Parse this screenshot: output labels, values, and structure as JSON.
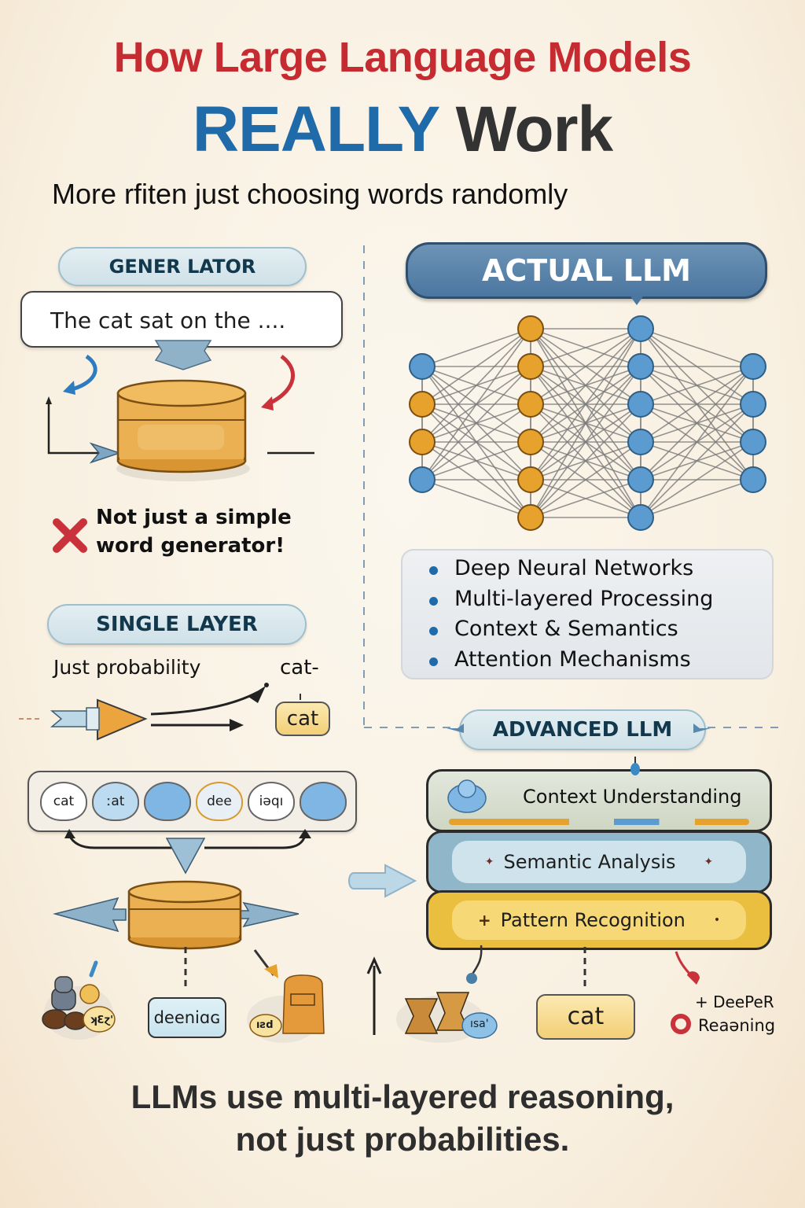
{
  "header": {
    "title_line1": "How Large Language Models",
    "title_line2_emphasis": "REALLY",
    "title_line2_rest": "Work",
    "subtitle": "More rfiten just choosing words randomly"
  },
  "left_panel": {
    "generator_label": "GENER LATOR",
    "input_text": "The cat sat on the ....",
    "negation_line1": "Not just a simple",
    "negation_line2": "word generator!",
    "single_layer_label": "SINGLE LAYER",
    "probability_label": "Just probability",
    "output_word_floating": "cat-",
    "output_word_box": "cat"
  },
  "right_panel": {
    "actual_llm_label": "ACTUAL LLM",
    "network": {
      "layers": [
        {
          "nodes": [
            "blue",
            "orange",
            "orange",
            "blue"
          ]
        },
        {
          "nodes": [
            "orange",
            "orange",
            "orange",
            "orange",
            "orange",
            "orange"
          ]
        },
        {
          "nodes": [
            "blue",
            "blue",
            "blue",
            "blue",
            "blue",
            "blue"
          ]
        },
        {
          "nodes": [
            "blue",
            "blue",
            "blue",
            "blue"
          ]
        }
      ]
    },
    "features": [
      "Deep Neural Networks",
      "Multi-layered Processing",
      "Context & Semantics",
      "Attention Mechanisms"
    ]
  },
  "advanced": {
    "label": "ADVANCED LLM",
    "tokens": [
      "cat",
      "ːat",
      "",
      "dee",
      "iəqı",
      ""
    ],
    "layers": [
      {
        "label": "Context Understanding"
      },
      {
        "label": "Semantic Analysis"
      },
      {
        "label": "Pattern Recognition"
      }
    ],
    "bottom_left_label": "deeniɑɢ",
    "bottom_left_tag1": "ʞƐɀ'",
    "bottom_left_tag2": "ıƨd",
    "bottom_right_tag": "ısa'",
    "output_word": "cat",
    "deeper_line1": "+ DeePeR",
    "deeper_line2": "Reaəning"
  },
  "colors": {
    "title_red": "#c52b30",
    "title_blue": "#1f6aa8",
    "node_blue": "#5b9bd0",
    "node_orange": "#e6a22c",
    "context_layer": "#d9e0d2",
    "semantic_layer": "#a9c9d8",
    "pattern_layer": "#f1c74a"
  },
  "footer": {
    "line1": "LLMs use multi-layered reasoning,",
    "line2": "not just probabilities."
  }
}
